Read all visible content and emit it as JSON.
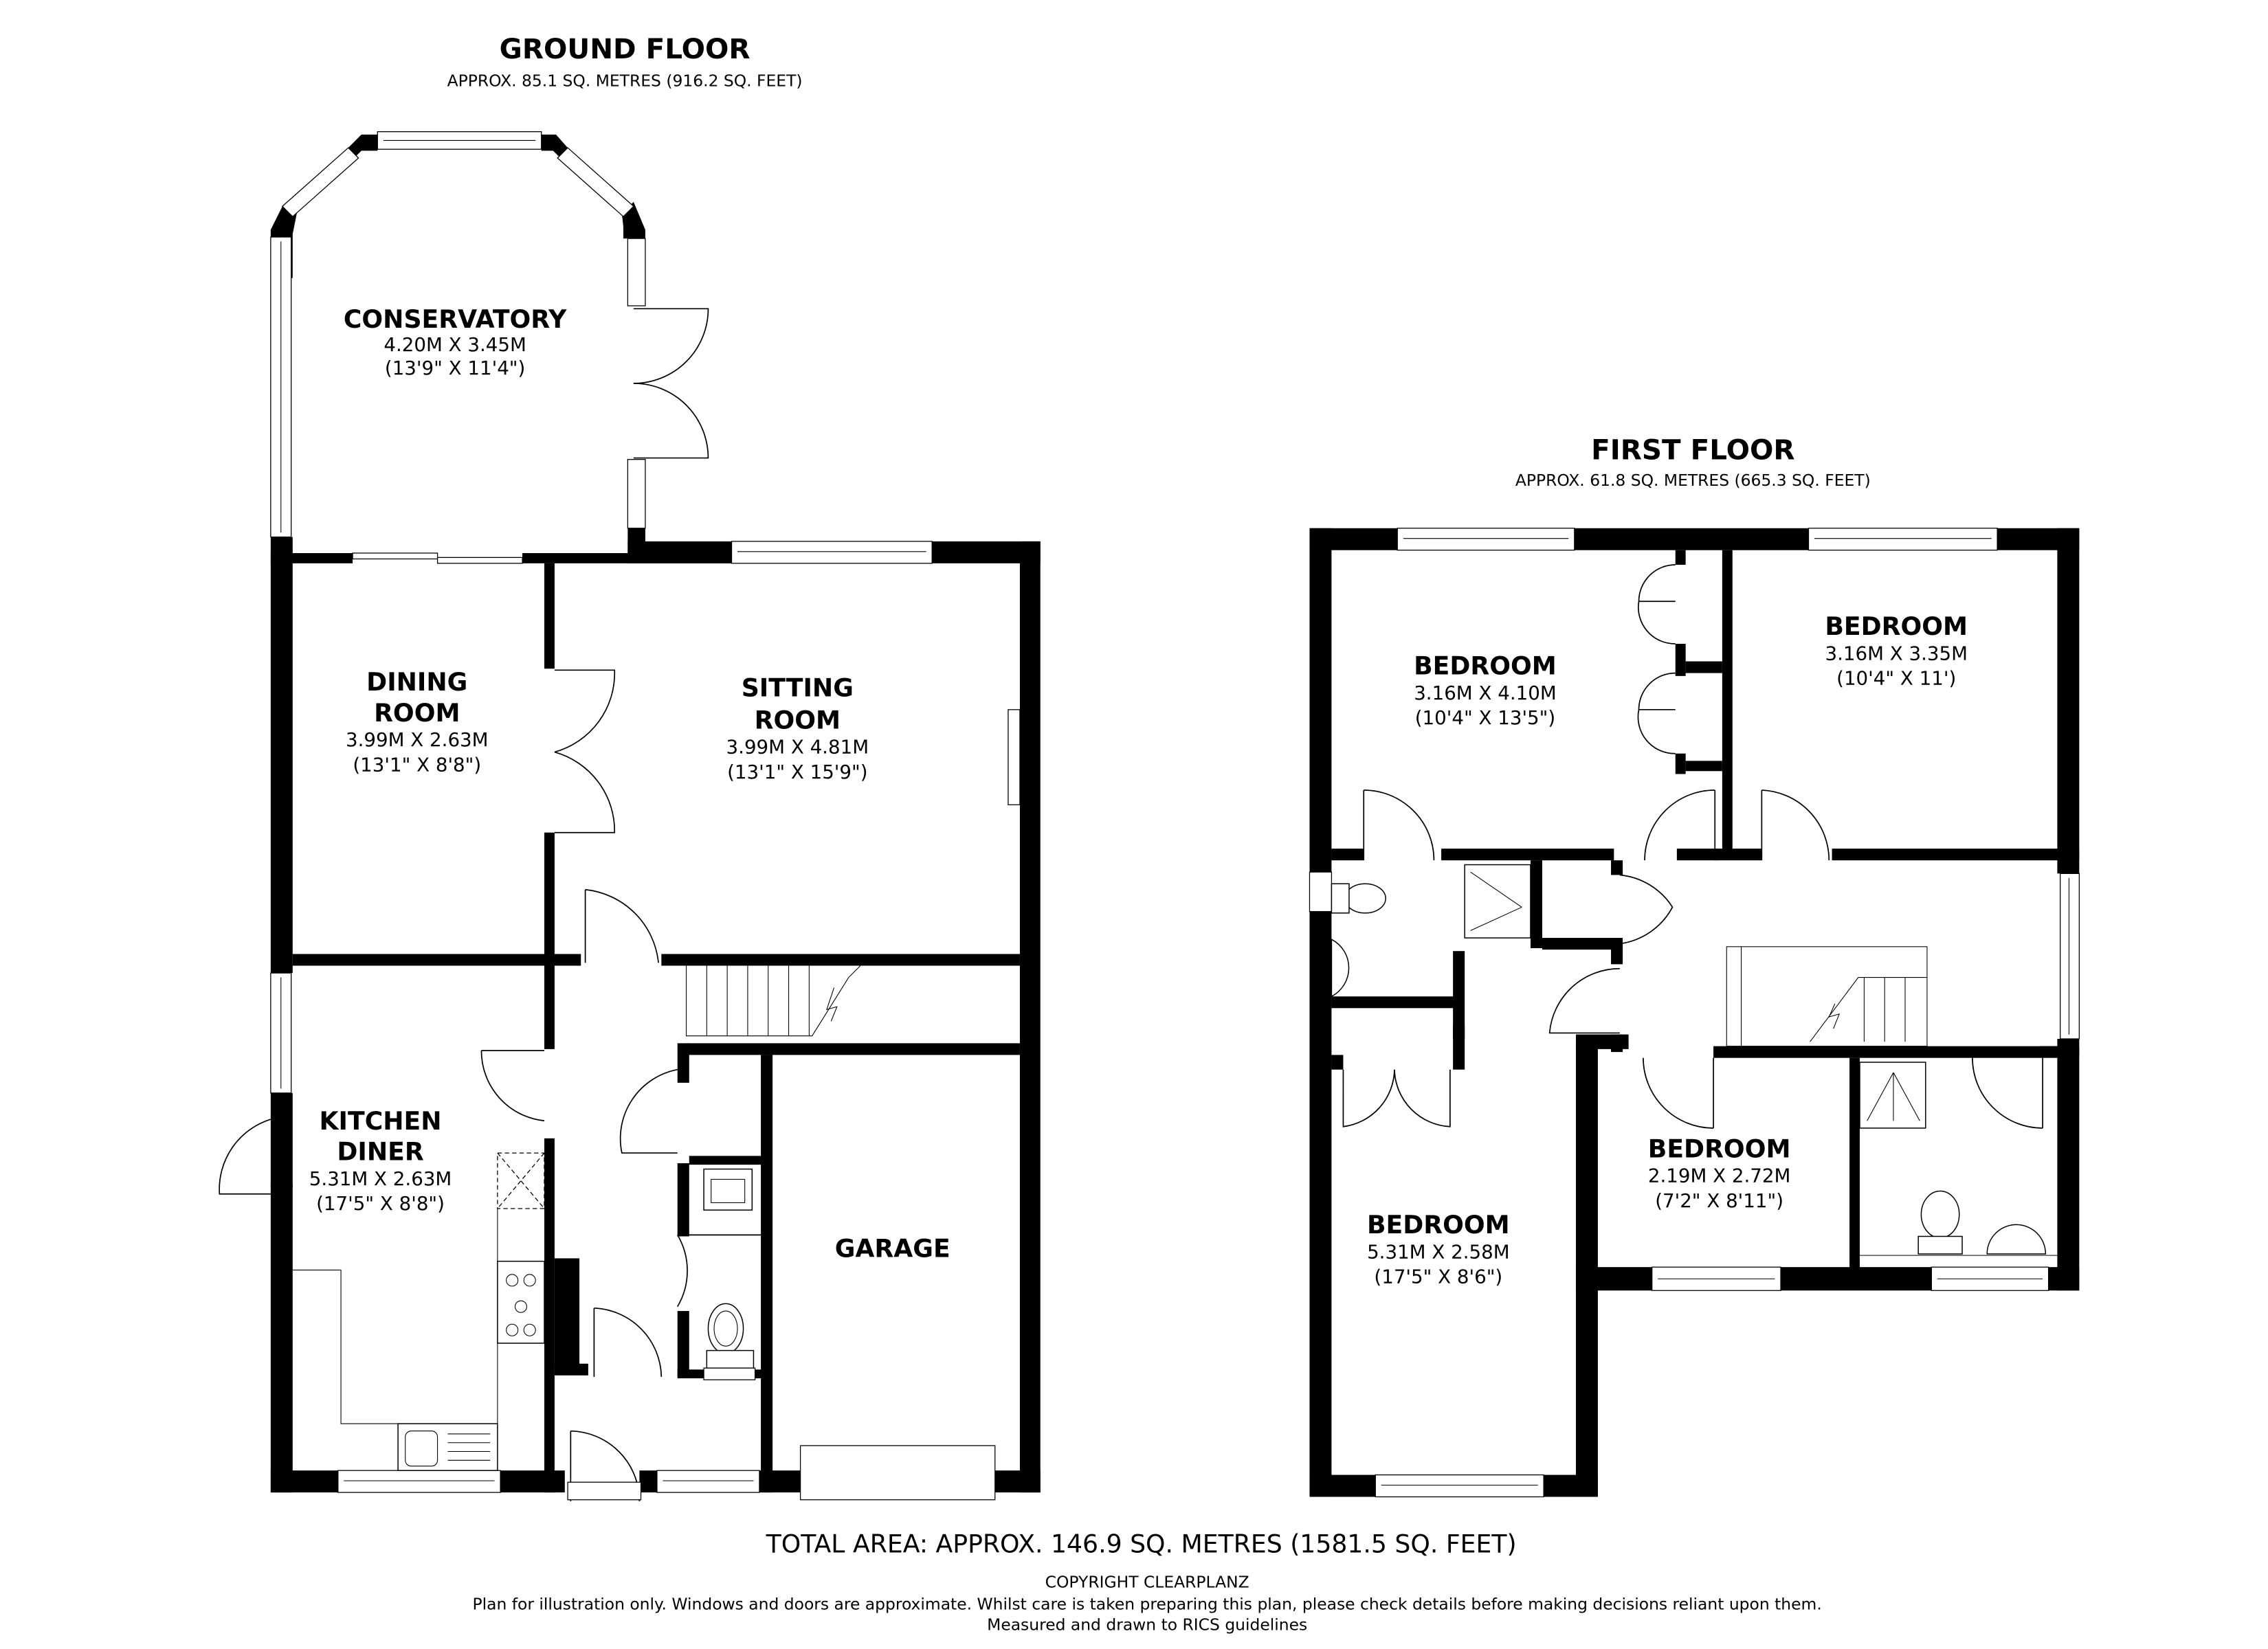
{
  "ground_floor": {
    "title": "GROUND FLOOR",
    "area": "APPROX. 85.1 SQ. METRES (916.2 SQ. FEET)",
    "rooms": {
      "conservatory": {
        "name_lines": [
          "CONSERVATORY"
        ],
        "metric": "4.20M X 3.45M",
        "imperial": "(13'9\" X 11'4\")"
      },
      "dining_room": {
        "name_lines": [
          "DINING",
          "ROOM"
        ],
        "metric": "3.99M X 2.63M",
        "imperial": "(13'1\" X 8'8\")"
      },
      "sitting_room": {
        "name_lines": [
          "SITTING",
          "ROOM"
        ],
        "metric": "3.99M X 4.81M",
        "imperial": "(13'1\" X 15'9\")"
      },
      "kitchen_diner": {
        "name_lines": [
          "KITCHEN",
          "DINER"
        ],
        "metric": "5.31M X 2.63M",
        "imperial": "(17'5\" X 8'8\")"
      },
      "garage": {
        "name_lines": [
          "GARAGE"
        ]
      }
    }
  },
  "first_floor": {
    "title": "FIRST FLOOR",
    "area": "APPROX. 61.8 SQ. METRES (665.3 SQ. FEET)",
    "rooms": {
      "bedroom_1": {
        "name_lines": [
          "BEDROOM"
        ],
        "metric": "3.16M X 4.10M",
        "imperial": "(10'4\" X 13'5\")"
      },
      "bedroom_2": {
        "name_lines": [
          "BEDROOM"
        ],
        "metric": "3.16M X 3.35M",
        "imperial": "(10'4\" X 11')"
      },
      "bedroom_3": {
        "name_lines": [
          "BEDROOM"
        ],
        "metric": "5.31M X 2.58M",
        "imperial": "(17'5\" X 8'6\")"
      },
      "bedroom_4": {
        "name_lines": [
          "BEDROOM"
        ],
        "metric": "2.19M X 2.72M",
        "imperial": "(7'2\" X 8'11\")"
      }
    }
  },
  "footer": {
    "total_area": "TOTAL AREA: APPROX. 146.9 SQ. METRES (1581.5 SQ. FEET)",
    "copyright": "COPYRIGHT CLEARPLANZ",
    "disclaimer": "Plan for illustration only. Windows and doors are approximate. Whilst care is taken preparing this plan, please check details before making decisions reliant upon them.",
    "guidelines": "Measured and drawn to RICS guidelines"
  },
  "colors": {
    "wall": "#000000",
    "background": "#ffffff"
  }
}
